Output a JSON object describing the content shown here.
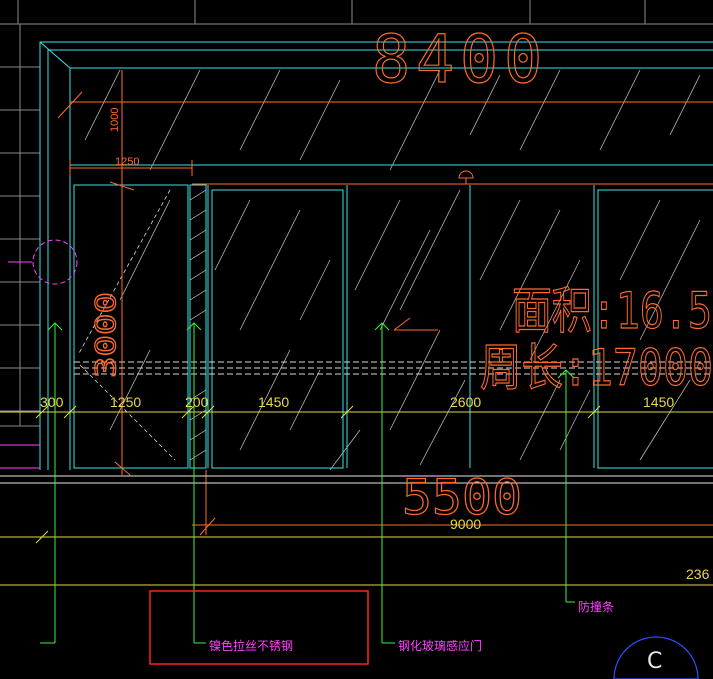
{
  "title_dimension": "8400",
  "area_label": "面积:16.5",
  "perimeter_label": "周长:17000",
  "mid_dimension": "5500",
  "height_dims": {
    "top_height": "1000",
    "door_height": "3000"
  },
  "width_top": "1250",
  "segment_dims": [
    "300",
    "1250",
    "200",
    "1450",
    "2600",
    "1450"
  ],
  "total_width": "9000",
  "corner_dim": "236",
  "notes": {
    "stainless": "镍色拉丝不锈钢",
    "glass_door": "钢化玻璃感应门",
    "anti_collision": "防撞条"
  },
  "section_marker": "C",
  "colors": {
    "cyan": "#35e6e6",
    "orange": "#ff6a2a",
    "yellow": "#e8d84a",
    "green": "#3cf03c",
    "magenta": "#ff40ff",
    "red": "#ff2020",
    "blue": "#3050ff",
    "gray": "#8a8a8a",
    "white": "#e6e6e6"
  }
}
